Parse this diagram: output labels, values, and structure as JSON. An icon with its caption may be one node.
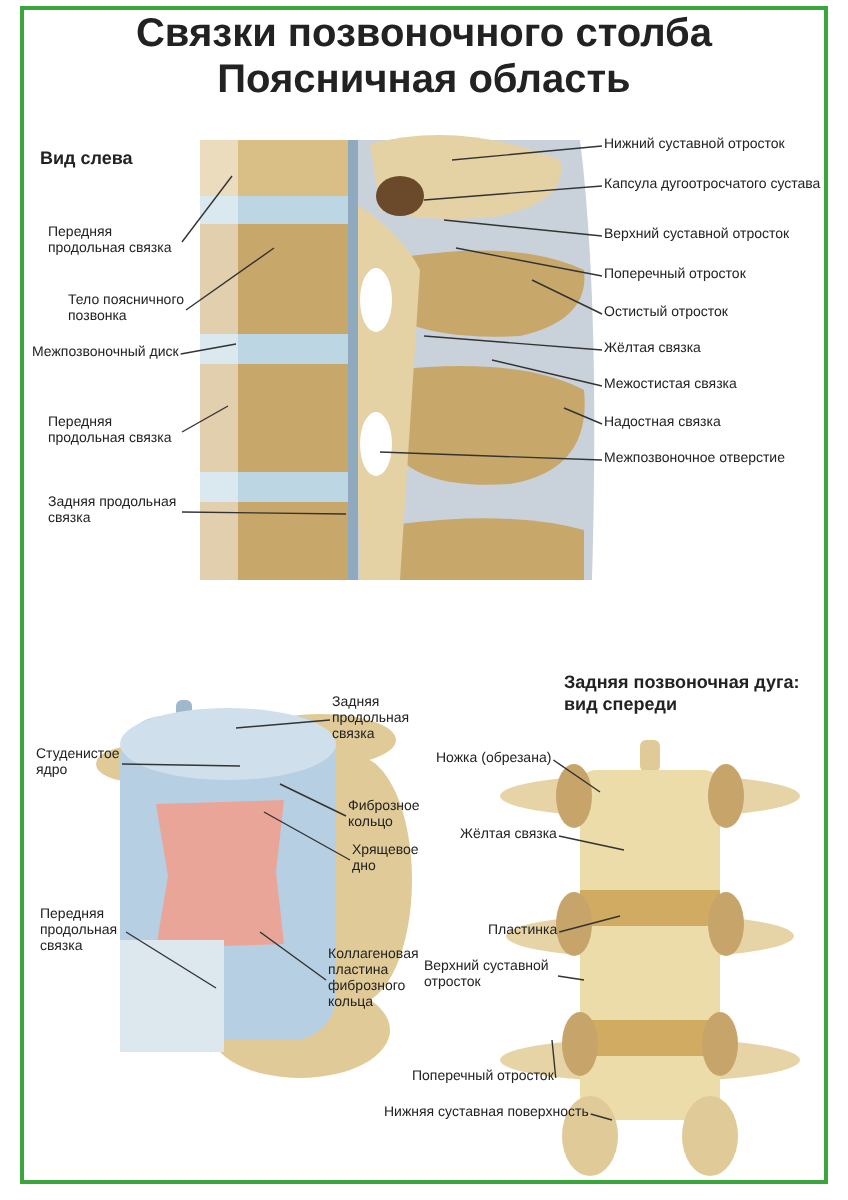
{
  "diagram": {
    "title": "Связки позвоночного столба Поясничная область",
    "nodes": [
      {
        "text": [
          "Передняя продольная связка"
        ]
      },
      {
        "text": [
          "Тело поясничного позвонка"
        ]
      },
      {
        "text": [
          "Межпозвоночный диск"
        ]
      },
      {
        "text": [
          "Передняя продольная связка"
        ]
      },
      {
        "text": [
          "Задняя продольная связка"
        ]
      },
      {
        "text": [
          "Нижний суставной отросток"
        ]
      },
      {
        "text": [
          "Капсула дугоотросчатого сустава"
        ]
      },
      {
        "text": [
          "Верхний суставной отросток"
        ]
      },
      {
        "text": [
          "Поперечный отросток"
        ]
      },
      {
        "text": [
          "Остистый отросток"
        ]
      },
      {
        "text": [
          "Жёлтая связка"
        ]
      },
      {
        "text": [
          "Межостистая связка"
        ]
      },
      {
        "text": [
          "Надостная связка"
        ]
      },
      {
        "text": [
          "Межпозвоночное отверстие"
        ]
      },
      {
        "text": [
          "Задняя продольная связка"
        ]
      },
      {
        "text": [
          "Студенистое ядро"
        ]
      },
      {
        "text": [
          "Фиброзное кольцо"
        ]
      },
      {
        "text": [
          "Хрящевое дно"
        ]
      },
      {
        "text": [
          "Передняя продольная связка"
        ]
      },
      {
        "text": [
          "Коллагеновая пластина фиброзного кольца"
        ]
      },
      {
        "text": [
          "Ножка (обрезана)"
        ]
      },
      {
        "text": [
          "Жёлтая связка"
        ]
      },
      {
        "text": [
          "Пластинка"
        ]
      },
      {
        "text": [
          "Верхний суставной отросток"
        ]
      },
      {
        "text": [
          "Поперечный отросток"
        ]
      },
      {
        "text": [
          "Нижняя суставная поверхность"
        ]
      }
    ],
    "edges": [
      {
        "from": 0,
        "to": null,
        "arrow": "none"
      },
      {
        "from": 1,
        "to": null,
        "arrow": "none"
      },
      {
        "from": 2,
        "to": null,
        "arrow": "none"
      },
      {
        "from": 3,
        "to": null,
        "arrow": "none"
      },
      {
        "from": 4,
        "to": null,
        "arrow": "none"
      },
      {
        "from": 5,
        "to": null,
        "arrow": "none"
      },
      {
        "from": 6,
        "to": null,
        "arrow": "none"
      },
      {
        "from": 7,
        "to": null,
        "arrow": "none"
      },
      {
        "from": 8,
        "to": null,
        "arrow": "none"
      },
      {
        "from": 9,
        "to": null,
        "arrow": "none"
      },
      {
        "from": 10,
        "to": null,
        "arrow": "none"
      },
      {
        "from": 11,
        "to": null,
        "arrow": "none"
      },
      {
        "from": 12,
        "to": null,
        "arrow": "none"
      },
      {
        "from": 13,
        "to": null,
        "arrow": "none"
      },
      {
        "from": 14,
        "to": null,
        "arrow": "none"
      },
      {
        "from": 15,
        "to": null,
        "arrow": "none"
      },
      {
        "from": 16,
        "to": null,
        "arrow": "none"
      },
      {
        "from": 17,
        "to": null,
        "arrow": "none"
      },
      {
        "from": 18,
        "to": null,
        "arrow": "none"
      },
      {
        "from": 19,
        "to": null,
        "arrow": "none"
      },
      {
        "from": 20,
        "to": null,
        "arrow": "none"
      },
      {
        "from": 21,
        "to": null,
        "arrow": "none"
      },
      {
        "from": 22,
        "to": null,
        "arrow": "none"
      },
      {
        "from": 23,
        "to": null,
        "arrow": "none"
      },
      {
        "from": 24,
        "to": null,
        "arrow": "none"
      },
      {
        "from": 25,
        "to": null,
        "arrow": "none"
      }
    ],
    "labels": [
      "Вид слева",
      "Задняя позвоночная дуга: вид спереди"
    ]
  }
}
